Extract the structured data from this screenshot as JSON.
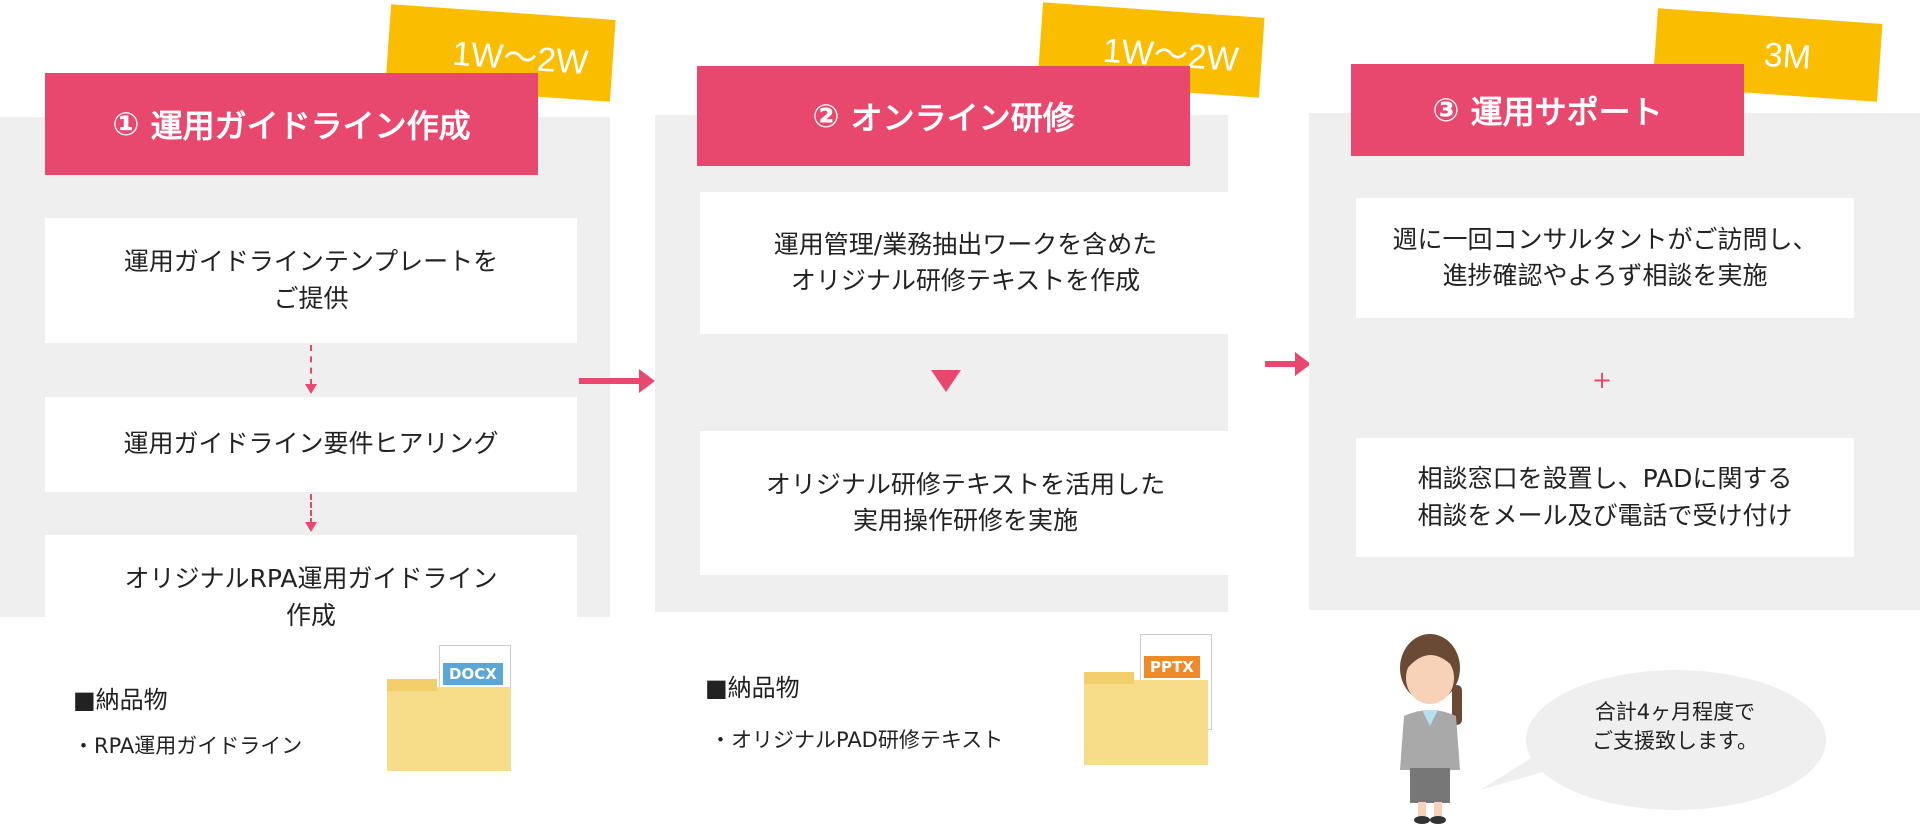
{
  "steps": [
    {
      "number": "①",
      "title": "運用ガイドライン作成",
      "duration": "1W〜2W",
      "items": [
        "運用ガイドラインテンプレートを\nご提供",
        "運用ガイドライン要件ヒアリング",
        "オリジナルRPA運用ガイドライン\n作成"
      ],
      "deliverable_heading": "■納品物",
      "deliverable_item": "・RPA運用ガイドライン",
      "file_type": "DOCX"
    },
    {
      "number": "②",
      "title": "オンライン研修",
      "duration": "1W〜2W",
      "items": [
        "運用管理/業務抽出ワークを含めた\nオリジナル研修テキストを作成",
        "オリジナル研修テキストを活用した\n実用操作研修を実施"
      ],
      "deliverable_heading": "■納品物",
      "deliverable_item": "・オリジナルPAD研修テキスト",
      "file_type": "PPTX"
    },
    {
      "number": "③",
      "title": "運用サポート",
      "duration": "3M",
      "items": [
        "週に一回コンサルタントがご訪問し、\n進捗確認やよろず相談を実施",
        "相談窓口を設置し、PADに関する\n相談をメール及び電話で受け付け"
      ],
      "connector": "+"
    }
  ],
  "speech_bubble": "合計4ヶ月程度で\nご支援致します。",
  "colors": {
    "accent": "#e8486e",
    "tag": "#fbbd00",
    "panel": "#efefef",
    "folder": "#f7dc8a"
  }
}
